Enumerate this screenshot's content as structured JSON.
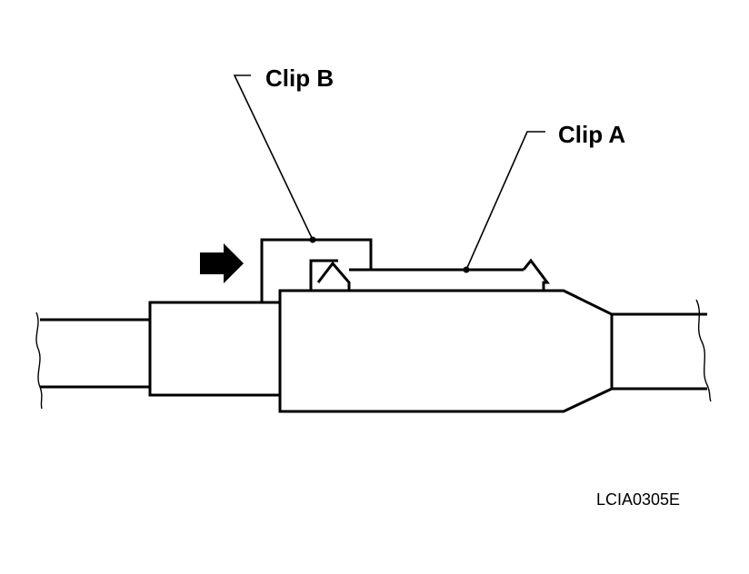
{
  "diagram": {
    "labels": {
      "clip_b": "Clip B",
      "clip_a": "Clip A"
    },
    "figure_code": "LCIA0305E",
    "colors": {
      "line": "#000000",
      "background": "#ffffff"
    },
    "icons": {
      "direction_arrow": "right-arrow-icon"
    }
  }
}
